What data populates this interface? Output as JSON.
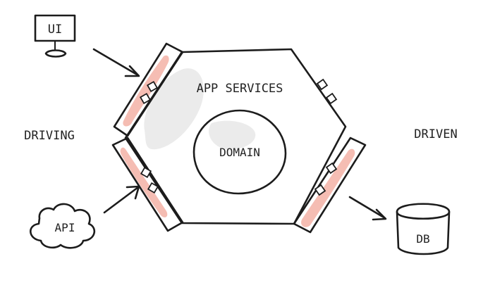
{
  "labels": {
    "ui": "UI",
    "app_services": "APP SERVICES",
    "domain": "DOMAIN",
    "driving": "DRIVING",
    "driven": "DRIVEN",
    "api": "API",
    "db": "DB"
  },
  "colors": {
    "ink": "#1c1c1c",
    "adapter_highlight": "#f3b2a6",
    "smudge": "#ebebeb",
    "background": "#ffffff"
  },
  "icons": {
    "ui": "monitor-icon",
    "api": "cloud-icon",
    "db": "database-cylinder-icon"
  }
}
